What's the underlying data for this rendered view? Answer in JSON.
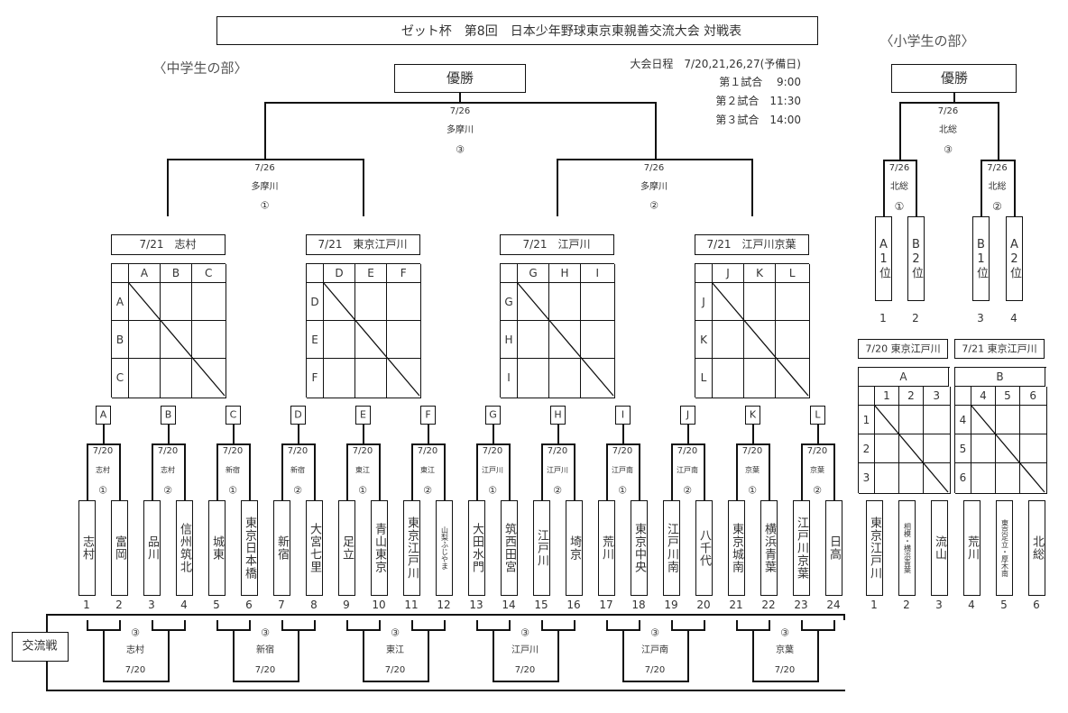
{
  "title": "ゼット杯　第8回　日本少年野球東京東親善交流大会 対戦表",
  "schedule": {
    "dates": "大会日程　7/20,21,26,27(予備日)",
    "games": [
      "第１試合　 9:00",
      "第２試合　11:30",
      "第３試合　14:00"
    ]
  },
  "junior": {
    "label": "〈中学生の部〉",
    "final": {
      "label": "優勝",
      "date": "7/26",
      "venue": "多摩川",
      "game": "③"
    },
    "semis": [
      {
        "date": "7/26",
        "venue": "多摩川",
        "game": "①"
      },
      {
        "date": "7/26",
        "venue": "多摩川",
        "game": "②"
      }
    ],
    "groups": [
      {
        "header": "7/21　志村",
        "letters": [
          "A",
          "B",
          "C"
        ]
      },
      {
        "header": "7/21　東京江戸川",
        "letters": [
          "D",
          "E",
          "F"
        ]
      },
      {
        "header": "7/21　江戸川",
        "letters": [
          "G",
          "H",
          "I"
        ]
      },
      {
        "header": "7/21　江戸川京葉",
        "letters": [
          "J",
          "K",
          "L"
        ]
      }
    ],
    "matches": [
      {
        "letter": "A",
        "date": "7/20",
        "venue": "志村",
        "game": "①"
      },
      {
        "letter": "B",
        "date": "7/20",
        "venue": "志村",
        "game": "②"
      },
      {
        "letter": "C",
        "date": "7/20",
        "venue": "新宿",
        "game": "①"
      },
      {
        "letter": "D",
        "date": "7/20",
        "venue": "新宿",
        "game": "②"
      },
      {
        "letter": "E",
        "date": "7/20",
        "venue": "東江",
        "game": "①"
      },
      {
        "letter": "F",
        "date": "7/20",
        "venue": "東江",
        "game": "②"
      },
      {
        "letter": "G",
        "date": "7/20",
        "venue": "江戸川",
        "game": "①"
      },
      {
        "letter": "H",
        "date": "7/20",
        "venue": "江戸川",
        "game": "②"
      },
      {
        "letter": "I",
        "date": "7/20",
        "venue": "江戸南",
        "game": "①"
      },
      {
        "letter": "J",
        "date": "7/20",
        "venue": "江戸南",
        "game": "②"
      },
      {
        "letter": "K",
        "date": "7/20",
        "venue": "京葉",
        "game": "①"
      },
      {
        "letter": "L",
        "date": "7/20",
        "venue": "京葉",
        "game": "②"
      }
    ],
    "teams": [
      {
        "no": "1",
        "name": "志村"
      },
      {
        "no": "2",
        "name": "富岡"
      },
      {
        "no": "3",
        "name": "品川"
      },
      {
        "no": "4",
        "name": "信州筑北"
      },
      {
        "no": "5",
        "name": "城東"
      },
      {
        "no": "6",
        "name": "東京日本橋"
      },
      {
        "no": "7",
        "name": "新宿"
      },
      {
        "no": "8",
        "name": "大宮七里"
      },
      {
        "no": "9",
        "name": "足立"
      },
      {
        "no": "10",
        "name": "青山東京"
      },
      {
        "no": "11",
        "name": "東京江戸川"
      },
      {
        "no": "12",
        "name": "山梨ふじやま"
      },
      {
        "no": "13",
        "name": "大田水門"
      },
      {
        "no": "14",
        "name": "筑西田宮"
      },
      {
        "no": "15",
        "name": "江戸川"
      },
      {
        "no": "16",
        "name": "埼京"
      },
      {
        "no": "17",
        "name": "荒川"
      },
      {
        "no": "18",
        "name": "東京中央"
      },
      {
        "no": "19",
        "name": "江戸川南"
      },
      {
        "no": "20",
        "name": "八千代"
      },
      {
        "no": "21",
        "name": "東京城南"
      },
      {
        "no": "22",
        "name": "横浜青葉"
      },
      {
        "no": "23",
        "name": "江戸川京葉"
      },
      {
        "no": "24",
        "name": "日高"
      }
    ],
    "exchange": {
      "label": "交流戦",
      "matches": [
        {
          "game": "③",
          "venue": "志村",
          "date": "7/20"
        },
        {
          "game": "③",
          "venue": "新宿",
          "date": "7/20"
        },
        {
          "game": "③",
          "venue": "東江",
          "date": "7/20"
        },
        {
          "game": "③",
          "venue": "江戸川",
          "date": "7/20"
        },
        {
          "game": "③",
          "venue": "江戸南",
          "date": "7/20"
        },
        {
          "game": "③",
          "venue": "京葉",
          "date": "7/20"
        }
      ]
    }
  },
  "elementary": {
    "label": "〈小学生の部〉",
    "final": {
      "label": "優勝",
      "date": "7/26",
      "venue": "北総",
      "game": "③"
    },
    "semis": [
      {
        "date": "7/26",
        "venue": "北総",
        "game": "①"
      },
      {
        "date": "7/26",
        "venue": "北総",
        "game": "②"
      }
    ],
    "seeds": [
      {
        "no": "1",
        "name": "A1位"
      },
      {
        "no": "2",
        "name": "B2位"
      },
      {
        "no": "3",
        "name": "B1位"
      },
      {
        "no": "4",
        "name": "A2位"
      }
    ],
    "groups": [
      {
        "header": "7/20 東京江戸川",
        "title": "A",
        "numbers": [
          "1",
          "2",
          "3"
        ]
      },
      {
        "header": "7/21 東京江戸川",
        "title": "B",
        "numbers": [
          "4",
          "5",
          "6"
        ]
      }
    ],
    "teams": [
      {
        "no": "1",
        "name": "東京江戸川"
      },
      {
        "no": "2",
        "name": "相模・横浜青葉"
      },
      {
        "no": "3",
        "name": "流山"
      },
      {
        "no": "4",
        "name": "荒川"
      },
      {
        "no": "5",
        "name": "東京足立・厚木南"
      },
      {
        "no": "6",
        "name": "北総"
      }
    ]
  }
}
